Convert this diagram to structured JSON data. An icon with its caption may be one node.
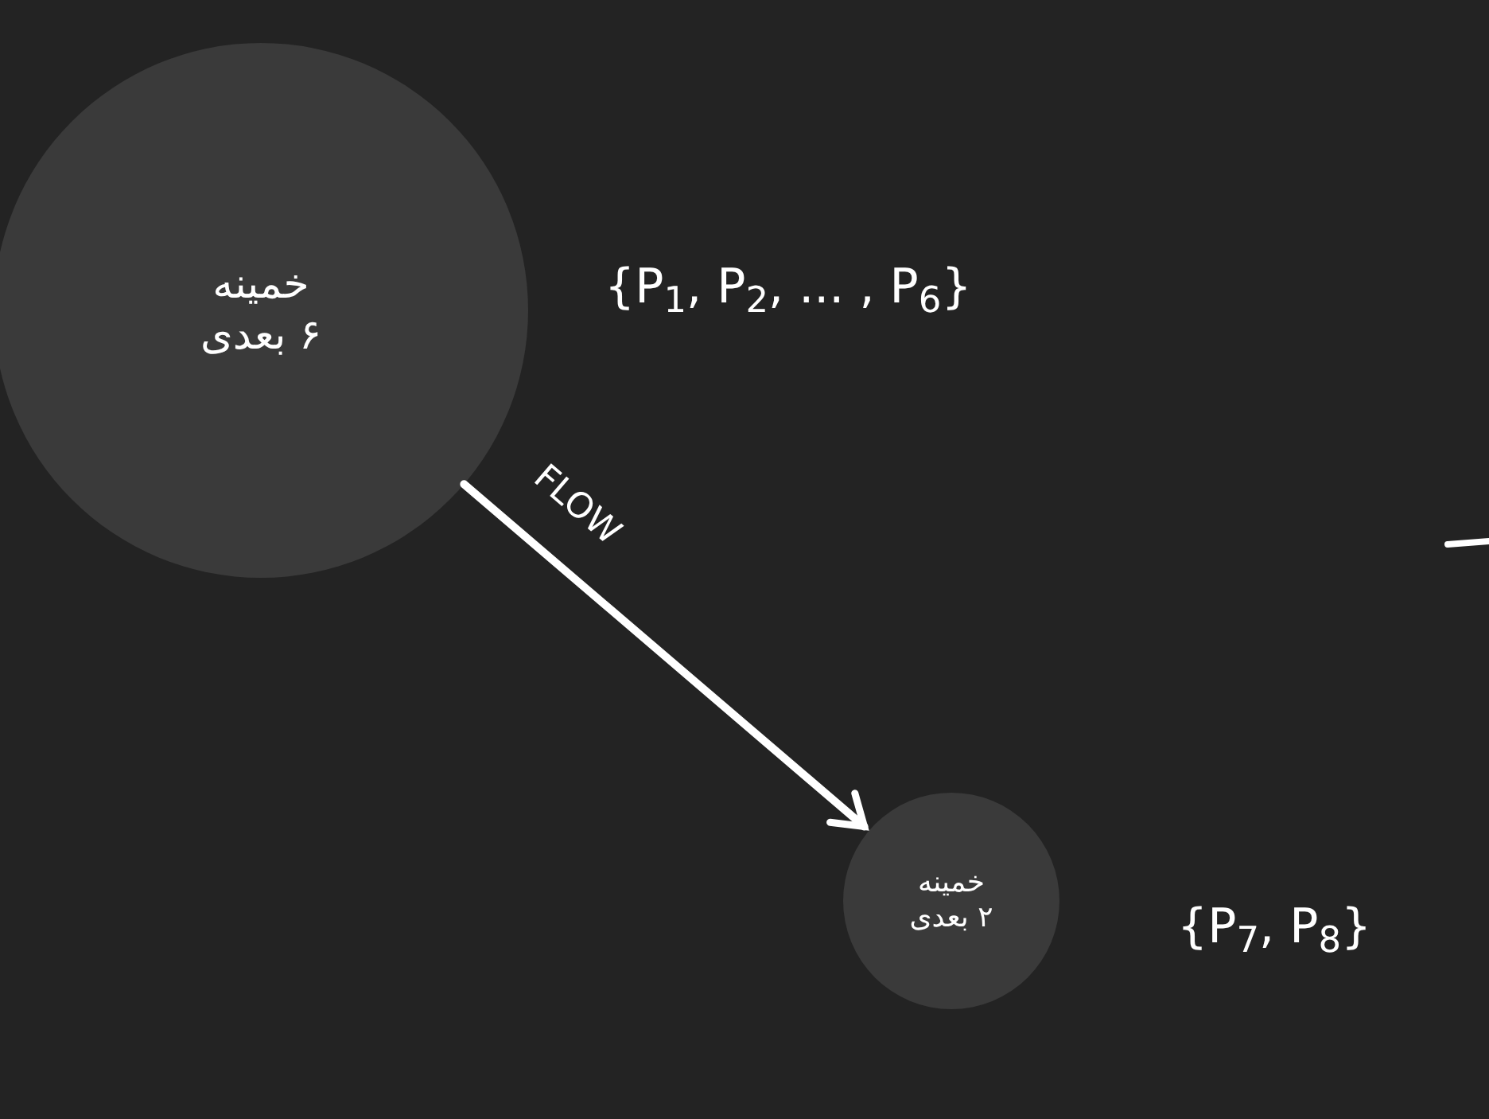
{
  "diagram": {
    "nodes": [
      {
        "text": [
          "خمینه",
          "۶ بعدی"
        ],
        "beside": [
          "{P$_{1}$, P$_{2}$, ... , P$_{6}$}"
        ]
      },
      {
        "text": [
          "خمینه",
          "۲ بعدی"
        ],
        "beside": [
          "{P$_{7}$, P$_{8}$}"
        ]
      }
    ],
    "edges": [
      {
        "from": 0,
        "to": 1,
        "arrow": "to",
        "label": "FLOW"
      }
    ]
  }
}
